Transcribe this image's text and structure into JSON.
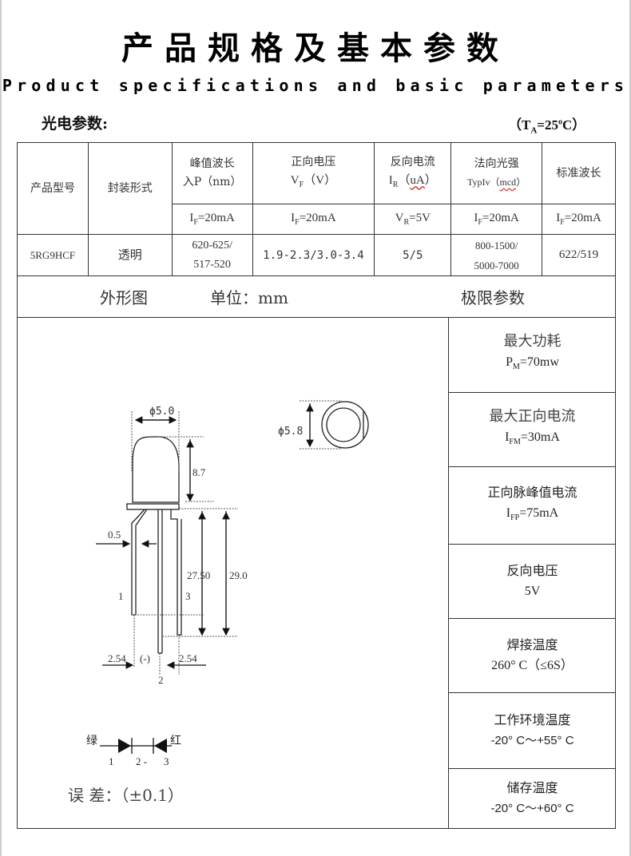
{
  "title": {
    "cn": "产品规格及基本参数",
    "en": "Product specifications and basic parameters"
  },
  "section": {
    "label": "光电参数:",
    "condition_prefix": "（T",
    "condition_sub": "A",
    "condition_value": "=25",
    "condition_deg": "o",
    "condition_suffix": "C）"
  },
  "spec_table": {
    "headers": {
      "model": "产品型号",
      "package": "封装形式",
      "peak_wavelength": {
        "name": "峰值波长",
        "unit": "入P（nm）"
      },
      "forward_voltage": {
        "name": "正向电压",
        "sym": "V",
        "sub": "F",
        "unit": "（V）"
      },
      "reverse_current": {
        "name": "反向电流",
        "sym": "I",
        "sub": "R",
        "unit_open": "（",
        "unit": "uA",
        "unit_close": "）"
      },
      "luminous_intensity": {
        "name": "法向光强",
        "sym": "TypIv",
        "unit_open": "（",
        "unit": "mcd",
        "unit_close": "）"
      },
      "dominant_wavelength": "标准波长"
    },
    "conditions": [
      {
        "sym": "I",
        "sub": "F",
        "val": "=20mA"
      },
      {
        "sym": "I",
        "sub": "F",
        "val": "=20mA"
      },
      {
        "sym": "V",
        "sub": "R",
        "val": "=5V"
      },
      {
        "sym": "I",
        "sub": "F",
        "val": "=20mA"
      },
      {
        "sym": "I",
        "sub": "F",
        "val": "=20mA"
      }
    ],
    "row": {
      "model": "5RG9HCF",
      "package": "透明",
      "peak_wavelength_1": "620-625/",
      "peak_wavelength_2": "517-520",
      "forward_voltage": "1.9-2.3/3.0-3.4",
      "reverse_current": "5/5",
      "luminous_1": "800-1500/",
      "luminous_2": "5000-7000",
      "dominant_wavelength": "622/519"
    }
  },
  "lower": {
    "outline_label": "外形图",
    "unit_label": "单位：mm",
    "limits_label": "极限参数",
    "tolerance": "误 差：（±0.1）"
  },
  "drawing": {
    "diameter_body": "ϕ5.0",
    "diameter_flange": "ϕ5.8",
    "height": "8.7",
    "lead_width": "0.5",
    "lead_short": "27.50",
    "lead_long": "29.0",
    "pitch_left": "2.54",
    "pitch_right": "2.54",
    "neg_mark": "(-)",
    "pin1": "1",
    "pin2": "2",
    "pin3": "3",
    "schematic": {
      "green": "绿",
      "red": "红",
      "p1": "1",
      "p2": "2 -",
      "p3": "3"
    }
  },
  "limits": [
    {
      "name": "最大功耗",
      "sym": "P",
      "sub": "M",
      "val": "=70mw"
    },
    {
      "name": "最大正向电流",
      "sym": "I",
      "sub": "FM",
      "val": "=30mA"
    },
    {
      "name": "正向脉峰值电流",
      "sym": "I",
      "sub": "FP",
      "val": "=75mA"
    },
    {
      "name": "反向电压",
      "val": "5V"
    },
    {
      "name": "焊接温度",
      "val": "260° C（≤6S）"
    },
    {
      "name": "工作环境温度",
      "val": "-20° C～+55° C"
    },
    {
      "name": "储存温度",
      "val": "-20° C～+60° C"
    }
  ],
  "colors": {
    "border": "#333333",
    "text": "#222222",
    "page_edge": "#c9ced3"
  }
}
